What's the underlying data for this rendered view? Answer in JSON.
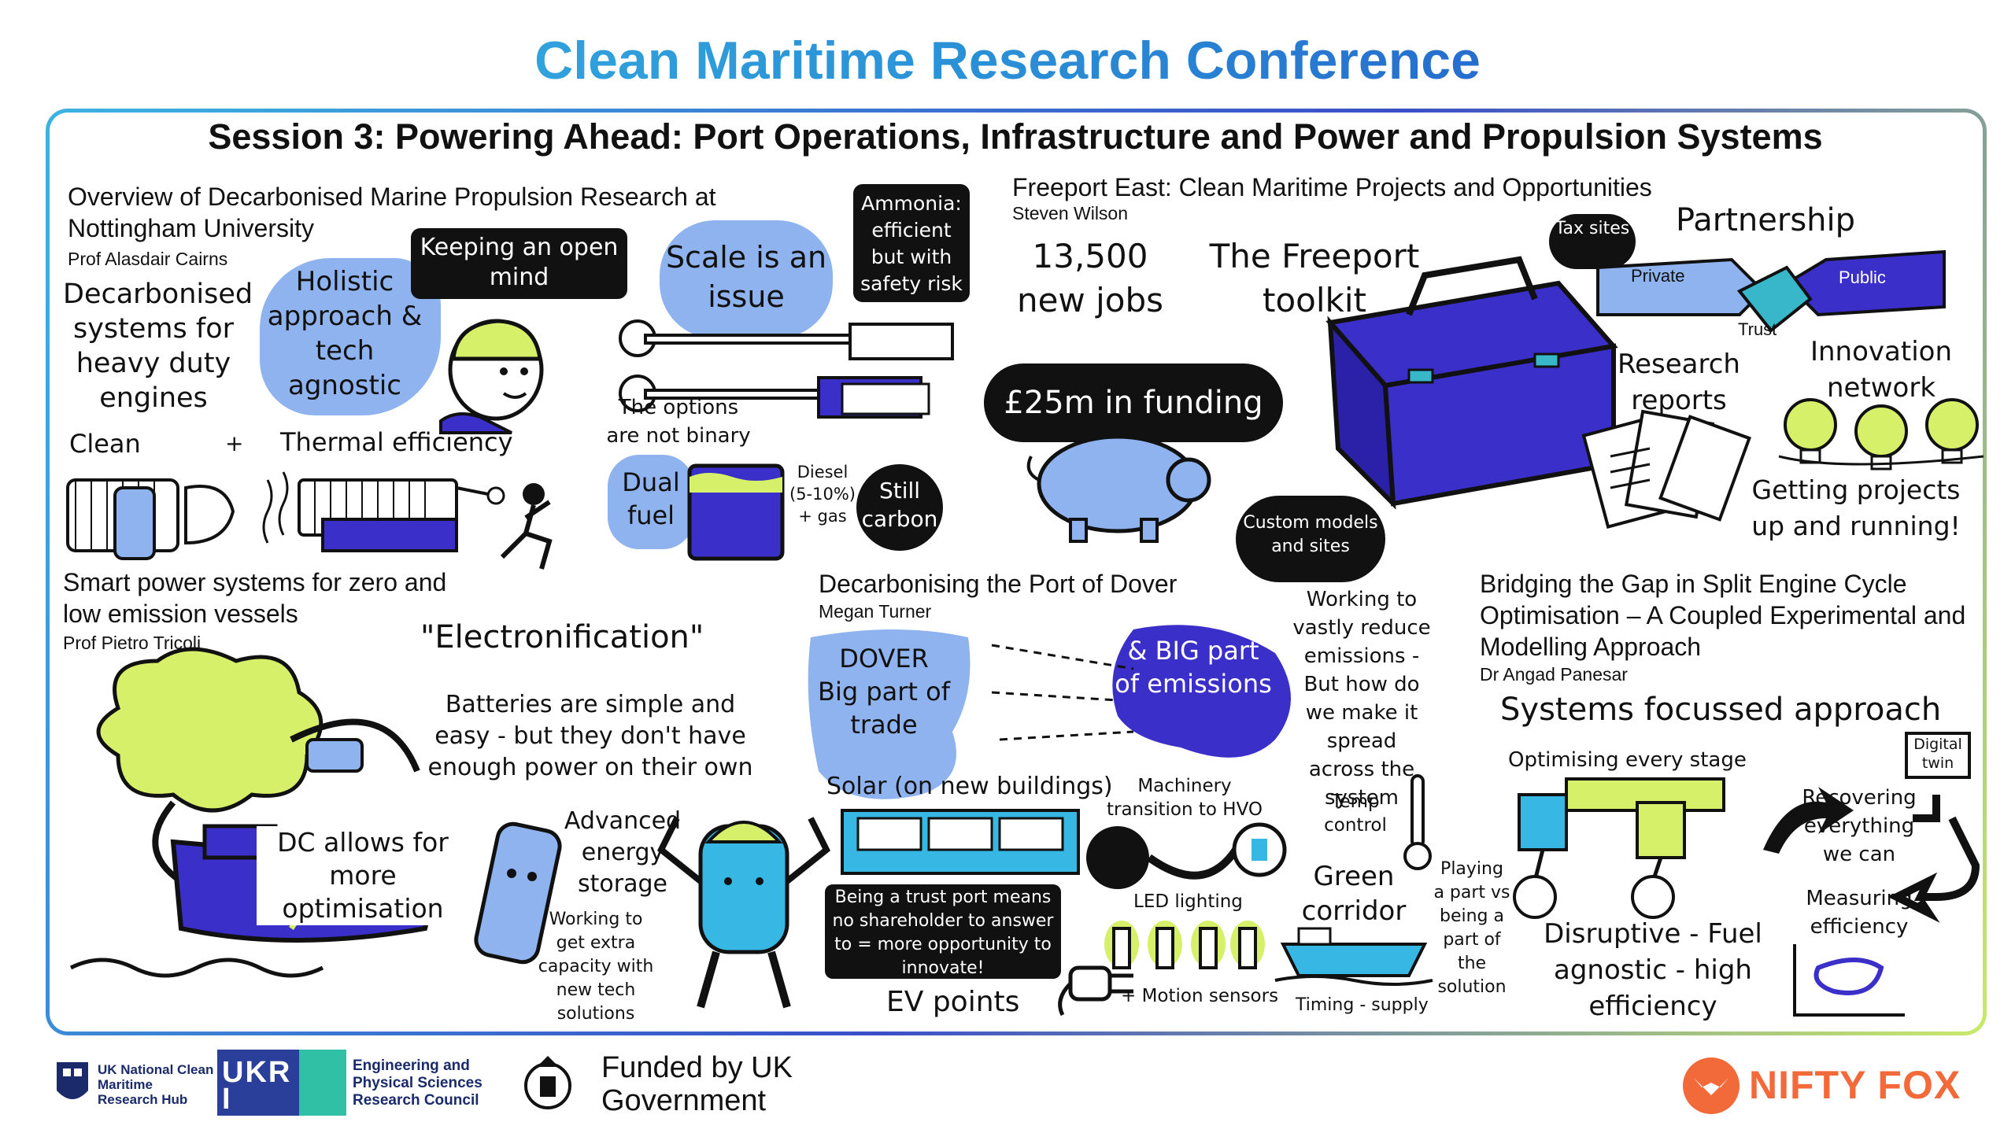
{
  "header": {
    "title": "Clean Maritime Research Conference",
    "session": "Session 3: Powering Ahead: Port Operations, Infrastructure and Power and Propulsion Systems"
  },
  "talk1": {
    "title": "Overview of Decarbonised Marine Propulsion Research at Nottingham University",
    "speaker": "Prof Alasdair Cairns",
    "main": "Decarbonised systems for heavy duty engines",
    "holistic": "Holistic approach & tech agnostic",
    "open_mind": "Keeping an open mind",
    "scale": "Scale is an issue",
    "ammonia": "Ammonia: efficient but with safety risk",
    "clean": "Clean",
    "plus": "+",
    "thermal": "Thermal efficiency",
    "options": "The options are not binary",
    "dual_fuel": "Dual fuel",
    "diesel": "Diesel (5-10%) + gas",
    "still_carbon": "Still carbon"
  },
  "talk2": {
    "title": "Freeport East: Clean Maritime Projects and Opportunities",
    "speaker": "Steven Wilson",
    "jobs": "13,500 new jobs",
    "toolkit": "The Freeport toolkit",
    "funding": "£25m in funding",
    "custom": "Custom models and sites",
    "tax_sites": "Tax sites",
    "partnership": "Partnership",
    "private": "Private",
    "public": "Public",
    "trust": "Trust",
    "research": "Research reports",
    "innovation": "Innovation network",
    "getting": "Getting projects up and running!"
  },
  "talk3": {
    "title": "Smart power systems for zero and low emission vessels",
    "speaker": "Prof Pietro Tricoli",
    "electronification": "\"Electronification\"",
    "batteries": "Batteries are simple and easy - but they don't have enough power on their own",
    "dc": "DC allows for more optimisation",
    "advanced": "Advanced energy storage",
    "working": "Working to get extra capacity with new tech solutions"
  },
  "talk4": {
    "title": "Decarbonising the Port of Dover",
    "speaker": "Megan Turner",
    "dover": "DOVER Big part of trade",
    "emissions": "& BIG part of emissions",
    "working": "Working to vastly reduce emissions - But how do we make it spread across the system",
    "solar": "Solar (on new buildings)",
    "machinery": "Machinery transition to HVO",
    "temp": "Temp control",
    "trust_port": "Being a trust port means no shareholder to answer to = more opportunity to innovate!",
    "led": "LED lighting",
    "motion": "+ Motion sensors",
    "green": "Green corridor",
    "timing": "Timing - supply",
    "playing": "Playing a part vs being a part of the solution",
    "ev": "EV points"
  },
  "talk5": {
    "title": "Bridging the Gap in Split Engine Cycle Optimisation – A Coupled Experimental and Modelling Approach",
    "speaker": "Dr Angad Panesar",
    "systems": "Systems focussed approach",
    "optimising": "Optimising every stage",
    "digital": "Digital twin",
    "recovering": "Recovering everything we can",
    "measuring": "Measuring efficiency",
    "disruptive": "Disruptive - Fuel agnostic - high efficiency"
  },
  "footer": {
    "hub": "UK National Clean Maritime Research Hub",
    "ukri": "UKRI",
    "epsrc": "Engineering and Physical Sciences Research Council",
    "funded": "Funded by UK Government",
    "nifty": "NIFTY FOX"
  },
  "colors": {
    "accent_blue": "#3a2fc9",
    "light_blue": "#8fb3ee",
    "lime": "#d6f06a",
    "dark": "#111111",
    "fox_orange": "#f26a3a"
  }
}
